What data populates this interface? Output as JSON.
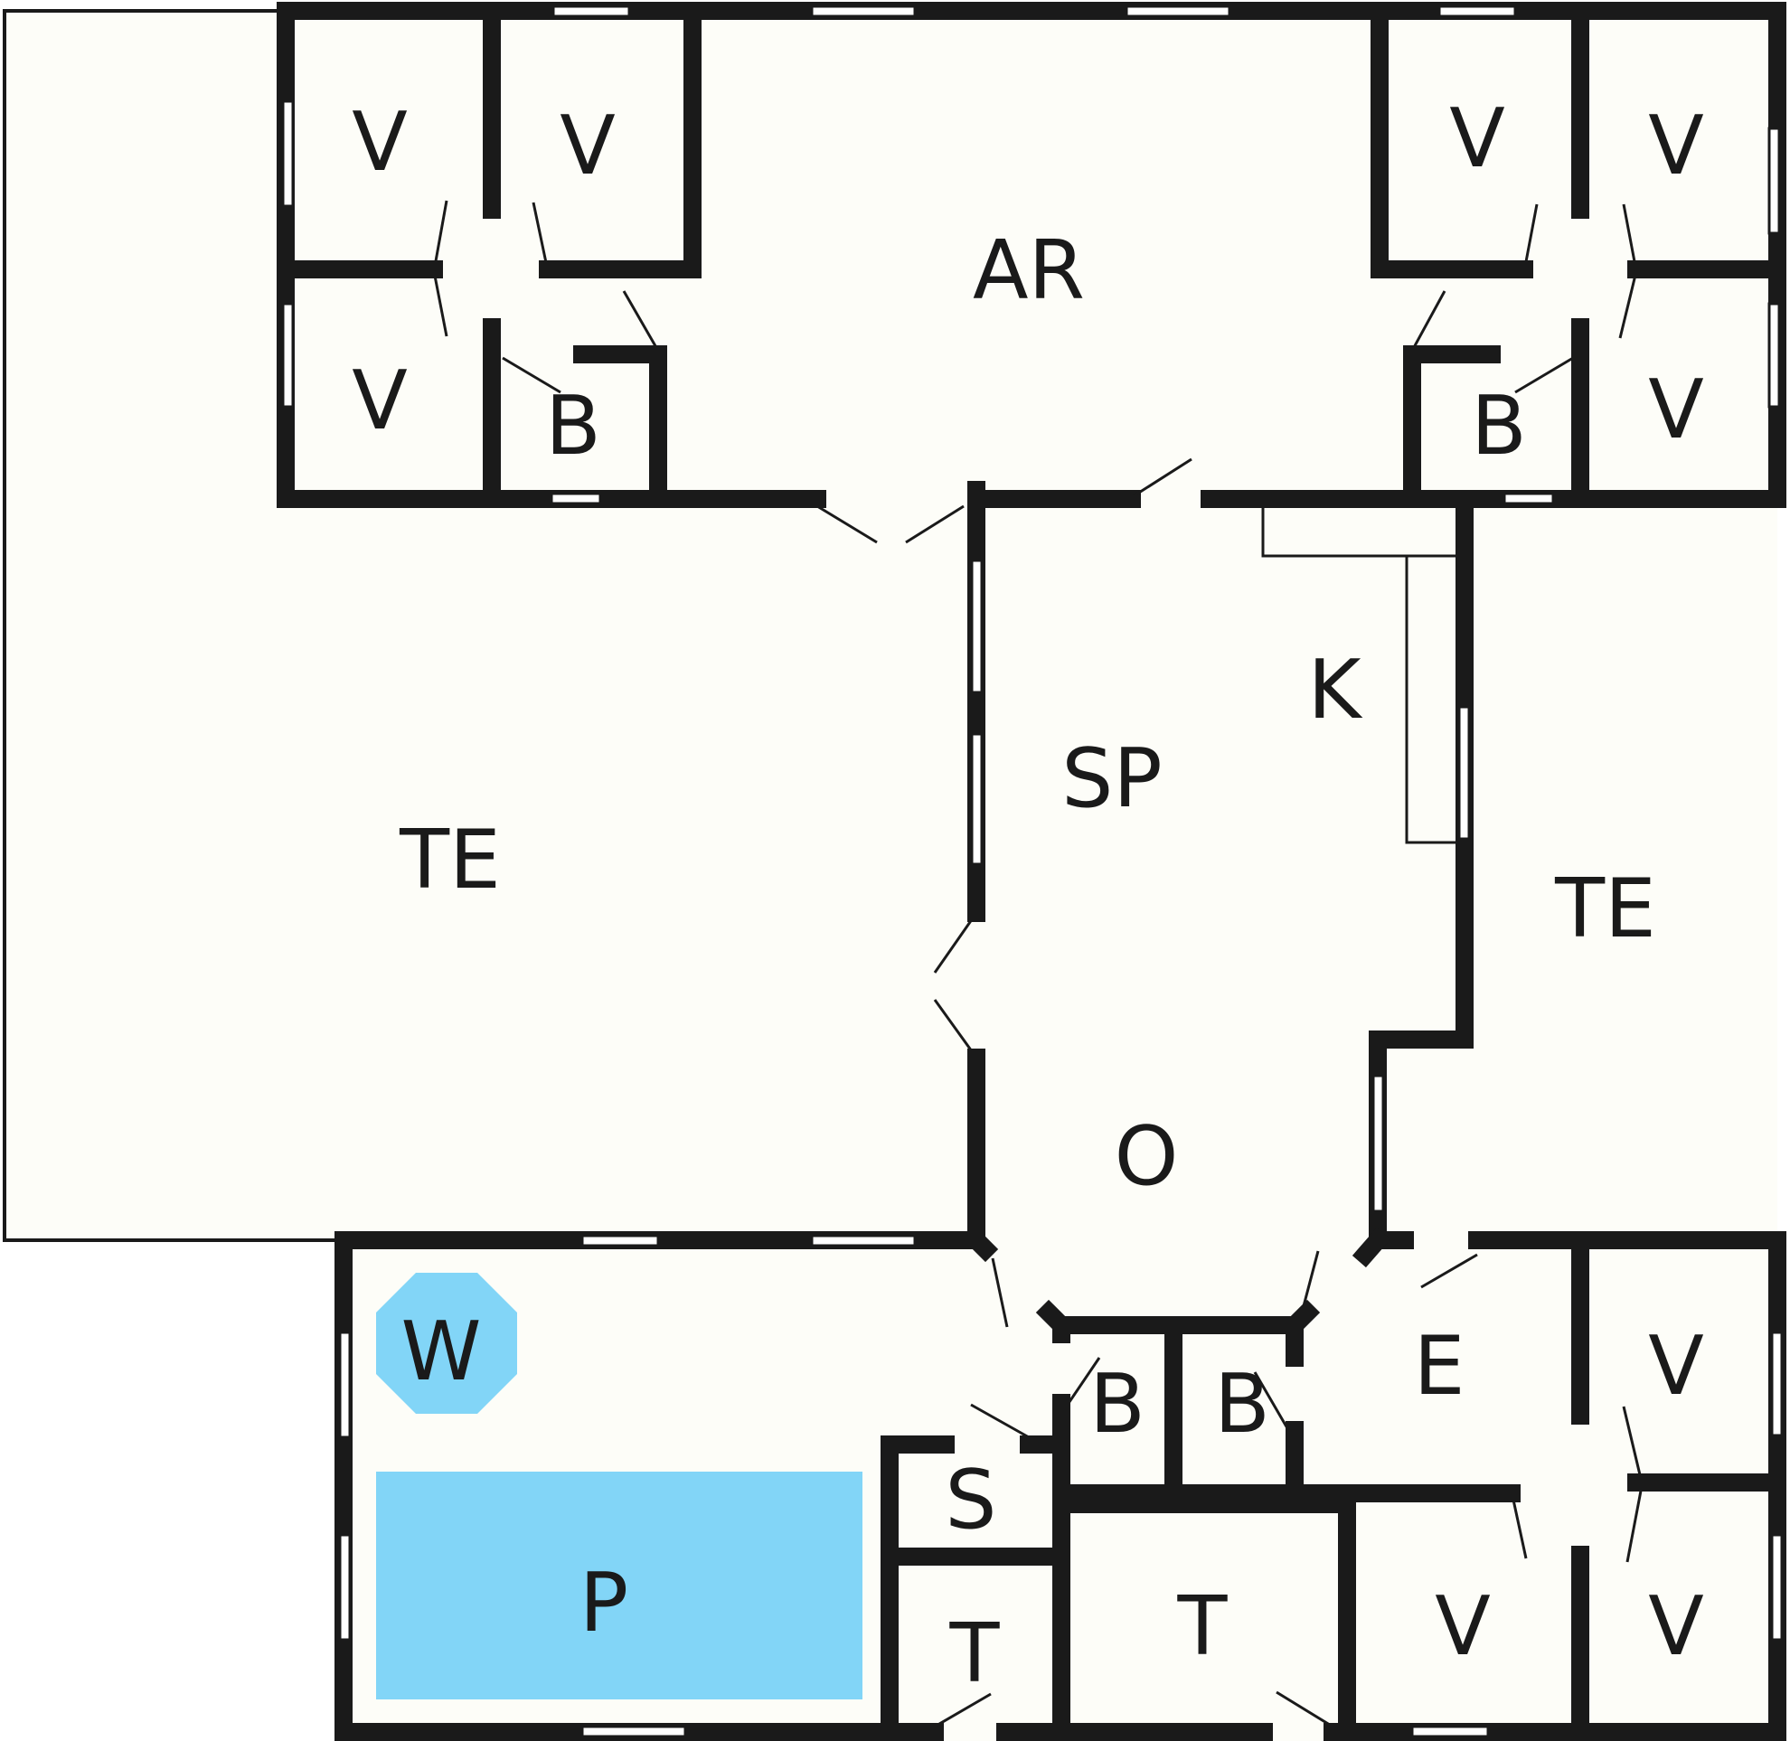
{
  "rooms": {
    "v_nw_top_left": "V",
    "v_nw_top_right": "V",
    "v_nw_bottom": "V",
    "b_nw": "B",
    "ar": "AR",
    "v_ne_top_left": "V",
    "v_ne_top_right": "V",
    "b_ne": "B",
    "v_ne_bottom": "V",
    "te_west": "TE",
    "sp": "SP",
    "k": "K",
    "te_east": "TE",
    "o": "O",
    "w": "W",
    "p": "P",
    "b_south_1": "B",
    "b_south_2": "B",
    "e": "E",
    "v_se_top": "V",
    "s": "S",
    "t_small": "T",
    "t_large": "T",
    "v_se_bottom_left": "V",
    "v_se_bottom_right": "V"
  },
  "colors": {
    "wall": "#1a1a1a",
    "floor": "#fdfdf8",
    "water": "#82d5f7",
    "window": "#ffffff"
  }
}
